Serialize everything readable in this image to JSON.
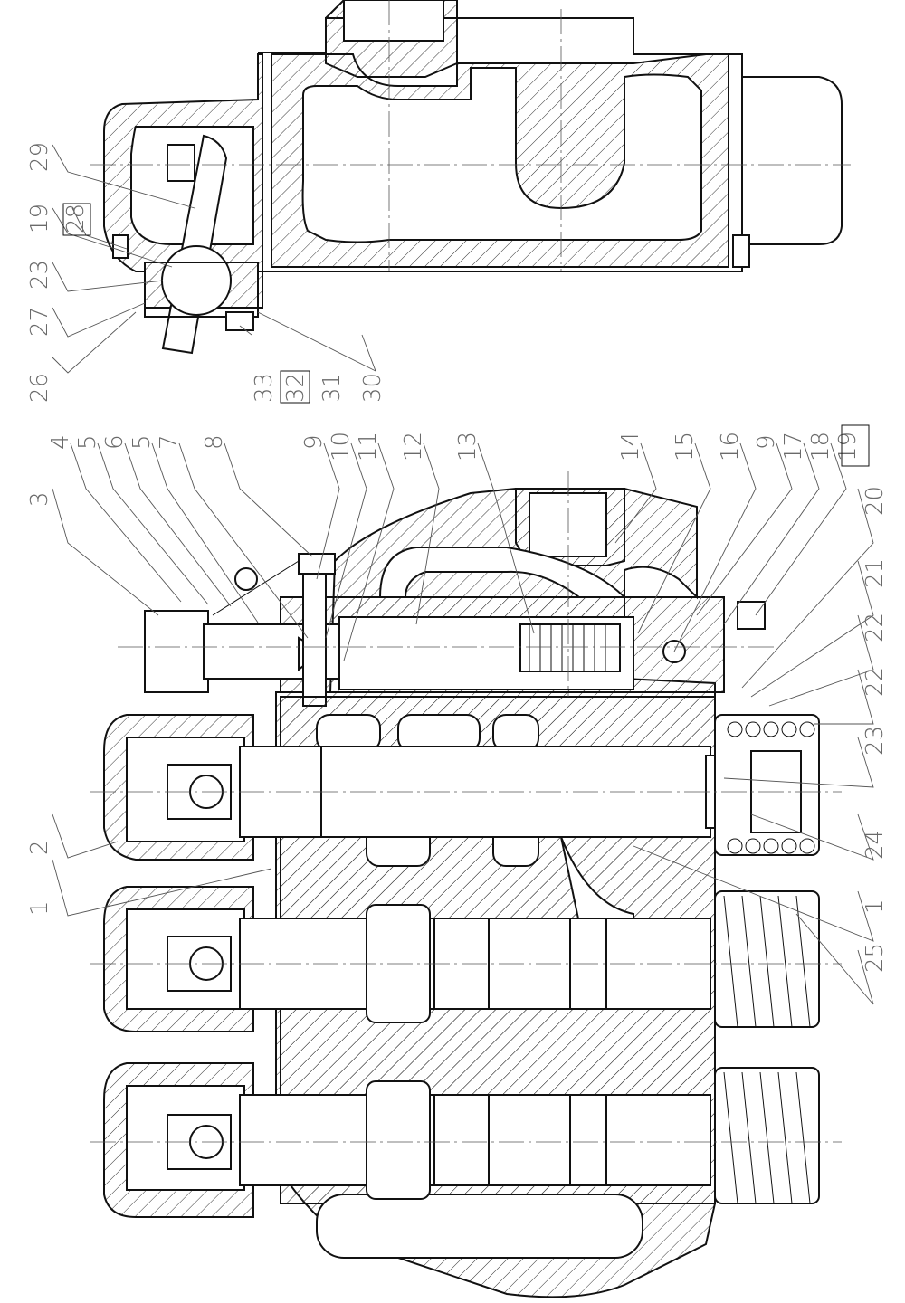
{
  "labels": {
    "l1a": "1",
    "l1b": "1",
    "l2": "2",
    "l3": "3",
    "l4": "4",
    "l5a": "5",
    "l6": "6",
    "l5b": "5",
    "l7": "7",
    "l8": "8",
    "l9a": "9",
    "l10": "10",
    "l11": "11",
    "l12": "12",
    "l13": "13",
    "l14": "14",
    "l15": "15",
    "l16": "16",
    "l9b": "9",
    "l17": "17",
    "l18": "18",
    "l19a": "19",
    "l20": "20",
    "l21": "21",
    "l22a": "22",
    "l22b": "22",
    "l23a": "23",
    "l24": "24",
    "l25": "25",
    "l29": "29",
    "l28": "28",
    "l19b": "19",
    "l23b": "23",
    "l27": "27",
    "l26": "26",
    "l33": "33",
    "l32": "32",
    "l31": "31",
    "l30": "30"
  }
}
